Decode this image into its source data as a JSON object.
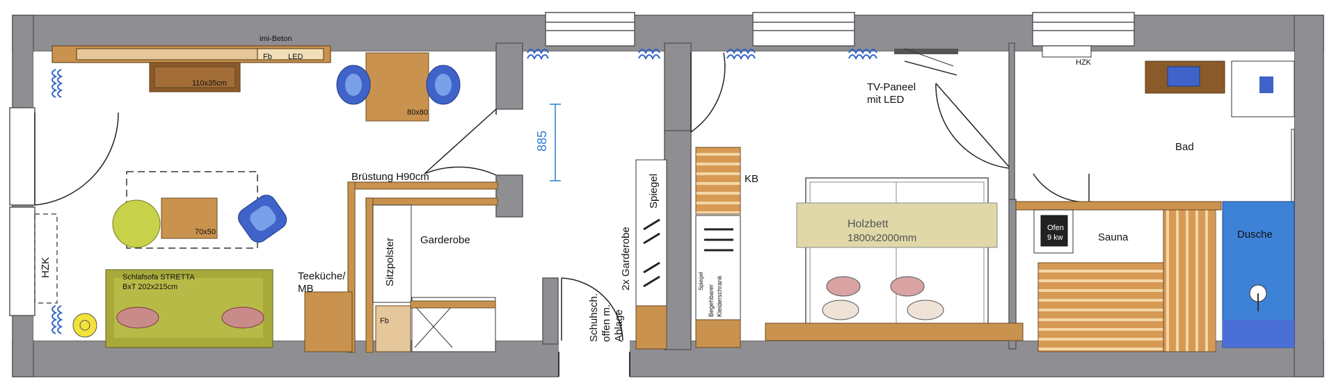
{
  "colors": {
    "wall": "#8f8f93",
    "wall_edge": "#5a5a5e",
    "floor": "#ffffff",
    "wood": "#c9924e",
    "wood_light": "#e6c79c",
    "sofa": "#a7a93a",
    "round_table": "#c7d24a",
    "chair_blue": "#3f63c9",
    "shower": "#3d82d6",
    "dimension": "#2a7ad0",
    "radiator": "#2f62c4",
    "bed_band": "#e0d8a8"
  },
  "labels": {
    "imi_beton": "imi-Beton",
    "fb_top": "Fb",
    "led": "LED",
    "tv_size": "110x35cm",
    "table_80": "80x80",
    "table_70": "70x50",
    "sofa_line1": "Schlafsofa STRETTA",
    "sofa_line2": "BxT 202x215cm",
    "hzk_left": "HZK",
    "bruestung": "Brüstung H90cm",
    "teekueche": "Teeküche/",
    "mb": "MB",
    "sitzpolster": "Sitzpolster",
    "garderobe": "Garderobe",
    "fb_kitchen": "Fb",
    "schuhschrank_1": "Schuhsch.",
    "schuhschrank_2": "offen m.",
    "schuhschrank_3": "Ablage",
    "garderobe_2x": "2x Garderobe",
    "spiegel": "Spiegel",
    "dimension_885": "885",
    "kb": "KB",
    "spiegel_small": "Spiegel",
    "kleiderschrank_1": "Begehbarer",
    "kleiderschrank_2": "Kleiderschrank",
    "holzbett_1": "Holzbett",
    "holzbett_2": "1800x2000mm",
    "tv_paneel_1": "TV-Paneel",
    "tv_paneel_2": "mit LED",
    "hzk_right": "HZK",
    "bad": "Bad",
    "sauna": "Sauna",
    "ofen_1": "Ofen",
    "ofen_2": "9 kw",
    "dusche": "Dusche"
  }
}
